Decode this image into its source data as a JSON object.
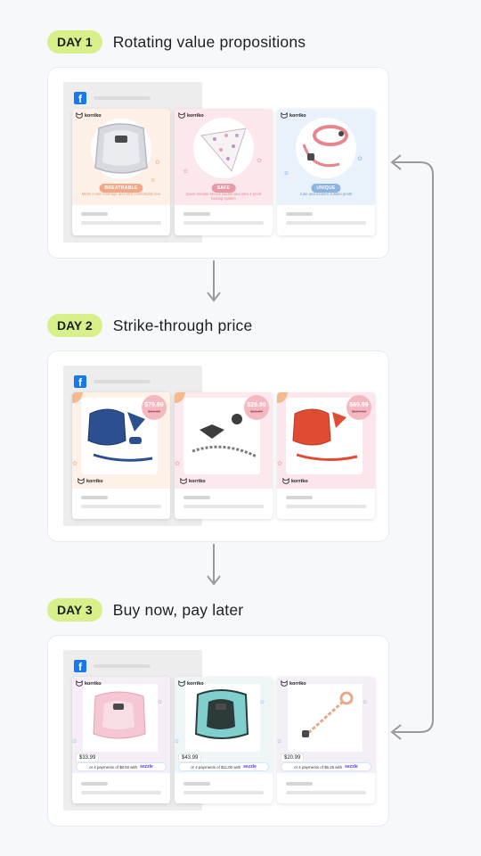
{
  "days": [
    {
      "badge": "DAY 1",
      "title": "Rotating value propositions",
      "cards": [
        {
          "brand": "korriko",
          "pill": "BREATHABLE",
          "pill_color": "#f2a988",
          "tagline": "Mesh cross coverage and ultra comfortable feel",
          "tagline_color": "#e89b80",
          "bg": "#fdf0e6"
        },
        {
          "brand": "korriko",
          "pill": "SAFE",
          "pill_color": "#e79aa6",
          "tagline": "Quick-release secure buckle and ultra 4-proof locking system",
          "tagline_color": "#e58995",
          "bg": "#fbe7ec"
        },
        {
          "brand": "korriko",
          "pill": "UNIQUE",
          "pill_color": "#8fb3df",
          "tagline": "Cute and modern custom prints",
          "tagline_color": "#6f93c2",
          "bg": "#e9f2fb"
        }
      ]
    },
    {
      "badge": "DAY 2",
      "title": "Strike-through price",
      "cards": [
        {
          "brand": "korriko",
          "price_now": "$79.99",
          "price_was": "$99.99",
          "bg": "#fdf1e8"
        },
        {
          "brand": "korriko",
          "price_now": "$29.99",
          "price_was": "$44.97",
          "bg": "#fbe9ee"
        },
        {
          "brand": "korriko",
          "price_now": "$69.99",
          "price_was": "$107.94",
          "bg": "#fbe6ec"
        }
      ]
    },
    {
      "badge": "DAY 3",
      "title": "Buy now, pay later",
      "cards": [
        {
          "brand": "korriko",
          "price": "$33.99",
          "installment": "or 4 payments of $8.50 with",
          "provider": "sezzle",
          "bg": "#f6eef6"
        },
        {
          "brand": "korriko",
          "price": "$43.99",
          "installment": "or 4 payments of $11.00 with",
          "provider": "sezzle",
          "bg": "#eef6f8"
        },
        {
          "brand": "korriko",
          "price": "$20.99",
          "installment": "or 4 payments of $5.25 with",
          "provider": "sezzle",
          "bg": "#f4eef7"
        }
      ]
    }
  ],
  "colors": {
    "badge": "#d8f08a",
    "arrow": "#9a9a9a",
    "facebook": "#1877f2"
  },
  "icons": {
    "social": "facebook-icon",
    "brand": "dog-logo-icon"
  }
}
